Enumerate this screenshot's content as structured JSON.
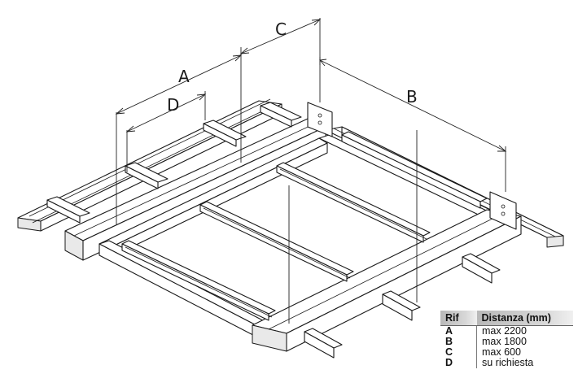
{
  "dimension_labels": {
    "a": "A",
    "b": "B",
    "c": "C",
    "d": "D"
  },
  "table": {
    "headers": [
      "Rif",
      "Distanza (mm)"
    ],
    "rows": [
      {
        "ref": "A",
        "value": "max 2200"
      },
      {
        "ref": "B",
        "value": "max 1800"
      },
      {
        "ref": "C",
        "value": "max 600"
      },
      {
        "ref": "D",
        "value": "su richiesta"
      }
    ]
  }
}
